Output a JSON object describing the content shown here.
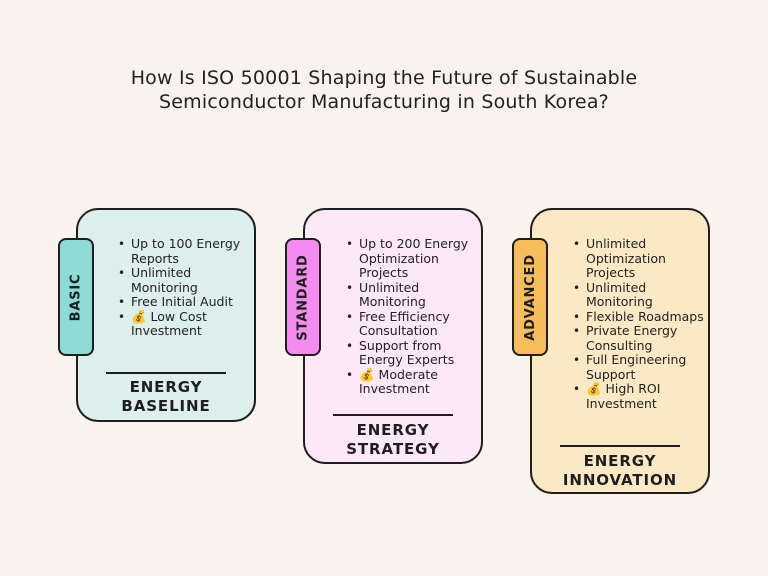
{
  "title": {
    "line1": "How Is ISO 50001 Shaping the Future of Sustainable",
    "line2": "Semiconductor Manufacturing in South Korea?"
  },
  "colors": {
    "basic_card": "#dcefec",
    "basic_tab": "#8ddad6",
    "standard_card": "#fde8f8",
    "standard_tab": "#f38cec",
    "advanced_card": "#fbe9c6",
    "advanced_tab": "#f8bd5b"
  },
  "tiers": [
    {
      "tab": "BASIC",
      "features": [
        "Up to 100 Energy Reports",
        "Unlimited Monitoring",
        "Free Initial Audit",
        "💰 Low Cost Investment"
      ],
      "name_line1": "ENERGY",
      "name_line2": "BASELINE"
    },
    {
      "tab": "STANDARD",
      "features": [
        "Up to 200 Energy Optimization Projects",
        "Unlimited Monitoring",
        "Free Efficiency Consultation",
        "Support from Energy Experts",
        "💰 Moderate Investment"
      ],
      "name_line1": "ENERGY",
      "name_line2": "STRATEGY"
    },
    {
      "tab": "ADVANCED",
      "features": [
        "Unlimited Optimization Projects",
        "Unlimited Monitoring",
        "Flexible Roadmaps",
        "Private Energy Consulting",
        "Full Engineering Support",
        "💰 High ROI Investment"
      ],
      "name_line1": "ENERGY",
      "name_line2": "INNOVATION"
    }
  ]
}
